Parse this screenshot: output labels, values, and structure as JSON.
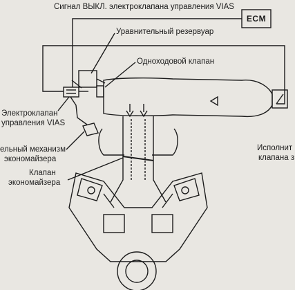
{
  "labels": {
    "signal_off": "Сигнал ВЫКЛ. электроклапана управления VIAS",
    "ecm": "ECM",
    "surge_tank": "Уравнительный резервуар",
    "check_valve": "Одноходовой клапан",
    "solenoid_line1": "Электроклапан",
    "solenoid_line2": "управления VIAS",
    "actuator_line1": "ельный механизм",
    "actuator_line2": "экономайзера",
    "economizer_valve_line1": "Клапан",
    "economizer_valve_line2": "экономайзера",
    "right_line1": "Исполнит",
    "right_line2": "клапана з"
  },
  "colors": {
    "ink": "#1c1c1c",
    "paper": "#e9e7e2"
  }
}
